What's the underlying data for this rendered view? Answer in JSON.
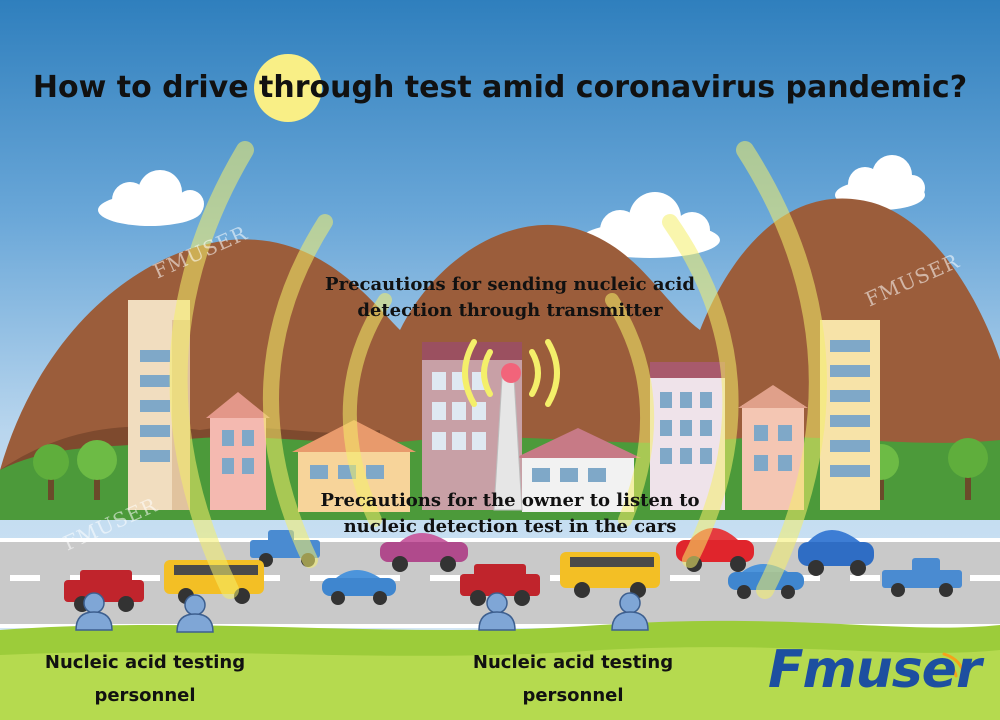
{
  "title": "How to drive through test amid coronavirus pandemic?",
  "captions": {
    "transmitter": "Precautions for sending nucleic acid detection through transmitter",
    "cars": "Precautions for the owner to listen to nucleic detection test in the cars"
  },
  "labels": {
    "personnel_left": "Nucleic acid testing personnel",
    "personnel_right": "Nucleic acid testing personnel"
  },
  "watermark": "FMUSER",
  "logo": "Fmuser",
  "colors": {
    "sky_top": "#2f7fbd",
    "mountain": "#9b5d3b",
    "road": "#c9c9c9",
    "grass": "#9ccc3a",
    "signal_wave": "#f4ef6a",
    "logo": "#1d4fa0"
  }
}
